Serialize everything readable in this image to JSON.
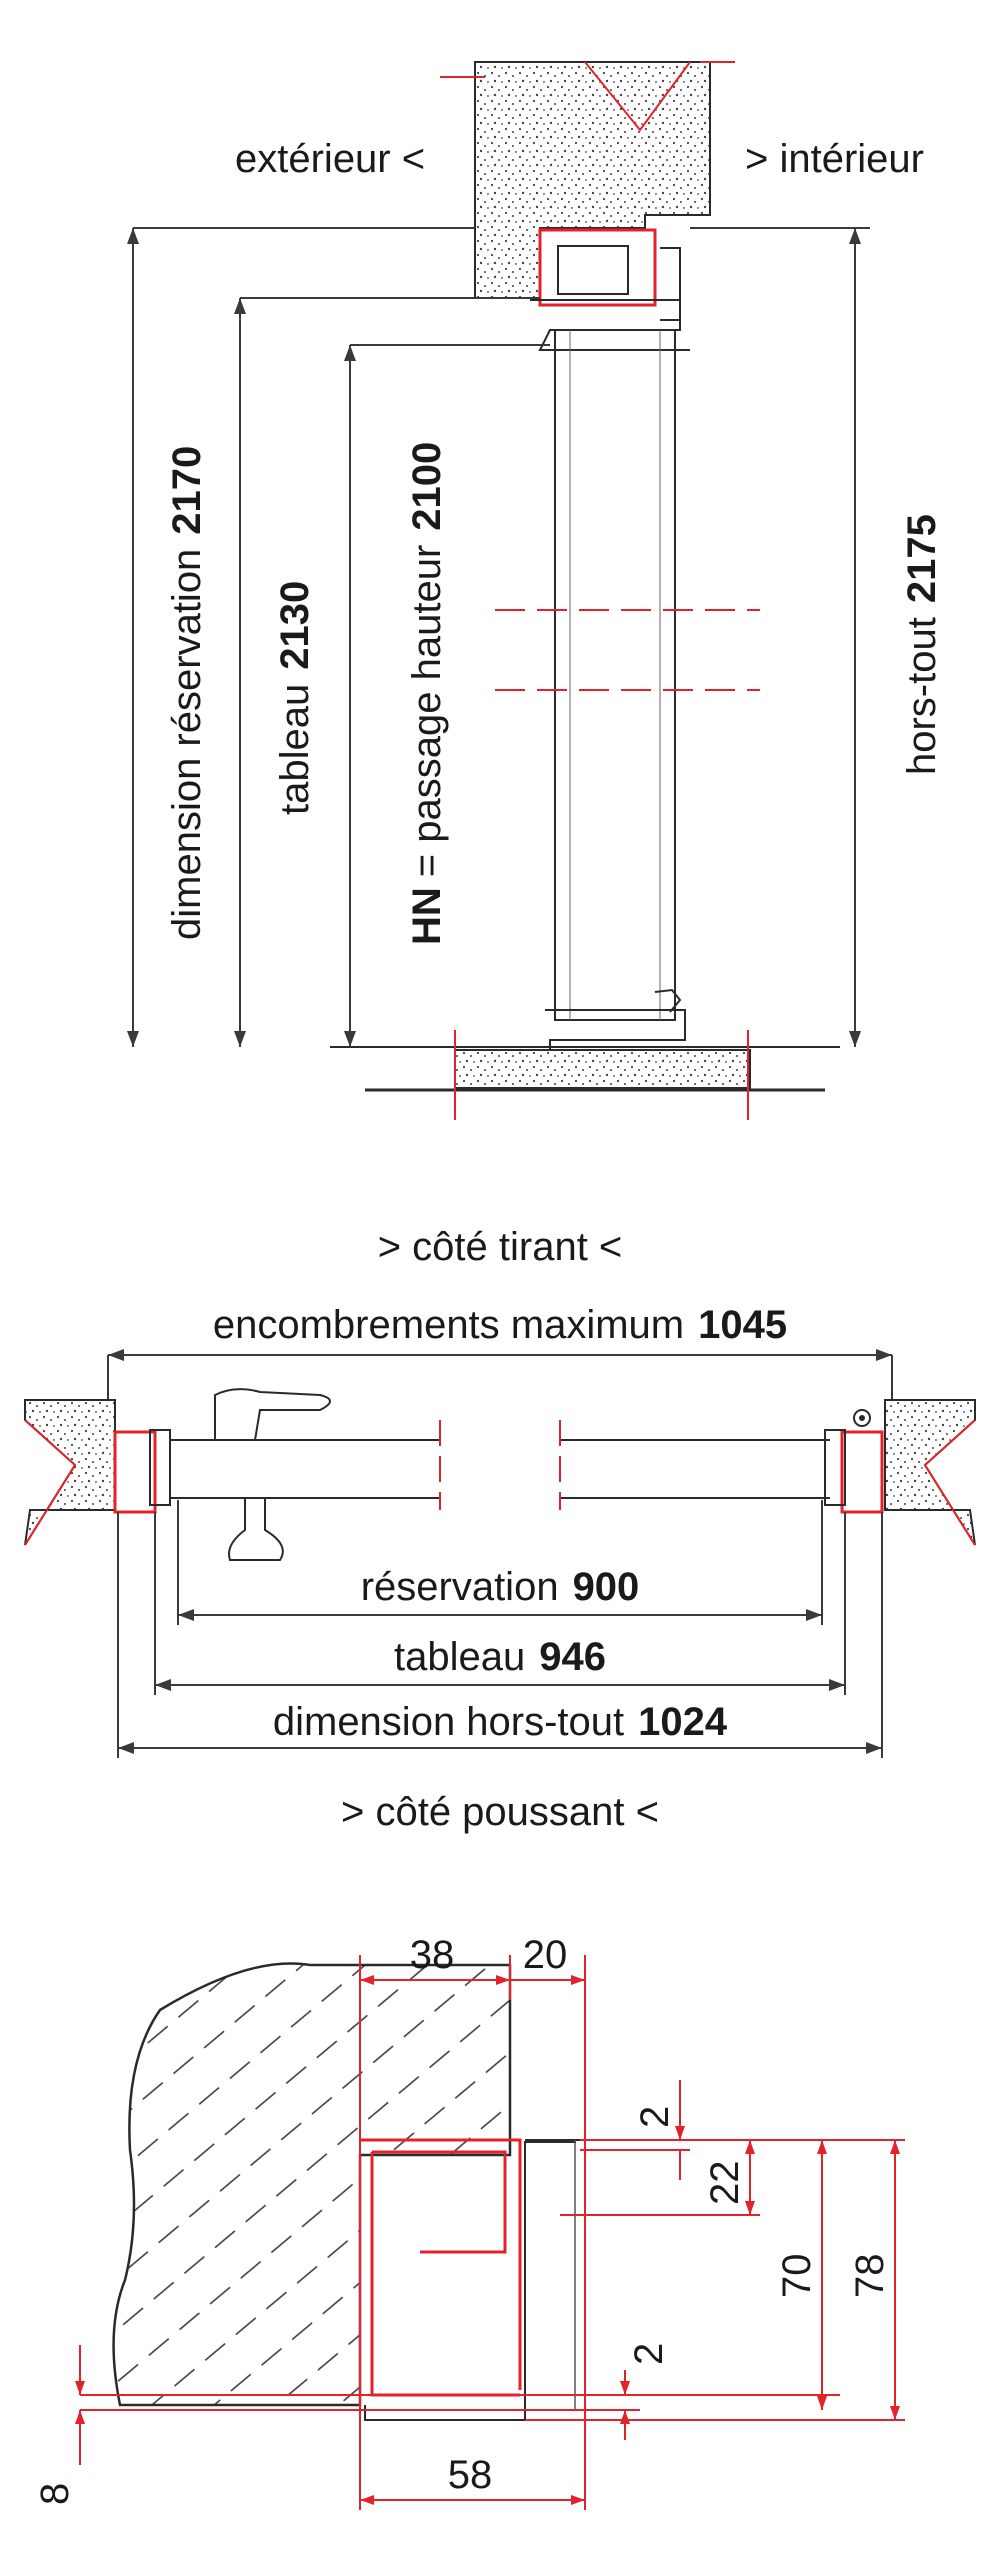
{
  "top": {
    "exterior": "extérieur <",
    "interior": "> intérieur",
    "reservation_label": "dimension réservation",
    "reservation_value": "2170",
    "tableau_label": "tableau",
    "tableau_value": "2130",
    "hn_label": "HN",
    "passage_label": "= passage hauteur",
    "passage_value": "2100",
    "horstout_label": "hors-tout",
    "horstout_value": "2175"
  },
  "middle": {
    "tirant": "> côté tirant <",
    "encombrements_label": "encombrements maximum",
    "encombrements_value": "1045",
    "reservation_label": "réservation",
    "reservation_value": "900",
    "tableau_label": "tableau",
    "tableau_value": "946",
    "horstout_label": "dimension hors-tout",
    "horstout_value": "1024",
    "poussant": "> côté poussant <"
  },
  "detail": {
    "d38": "38",
    "d20": "20",
    "d2a": "2",
    "d22": "22",
    "d70": "70",
    "d78": "78",
    "d2b": "2",
    "d8": "8",
    "d58": "58"
  },
  "colors": {
    "accent": "#e3232b",
    "line": "#2a2a2a"
  }
}
